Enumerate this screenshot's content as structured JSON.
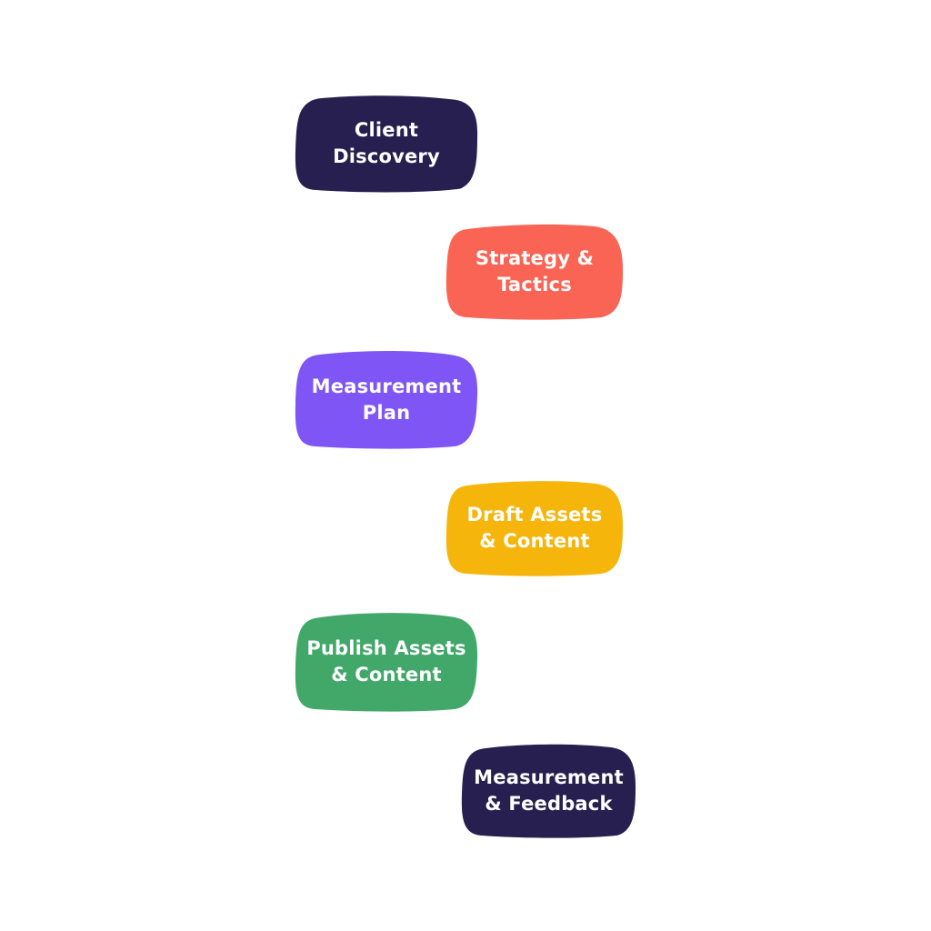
{
  "steps": [
    {
      "lines": [
        "Client",
        "Discovery"
      ],
      "color": "#271f4f"
    },
    {
      "lines": [
        "Strategy &",
        "Tactics"
      ],
      "color": "#fa6455"
    },
    {
      "lines": [
        "Measurement",
        "Plan"
      ],
      "color": "#7f55f5"
    },
    {
      "lines": [
        "Draft Assets",
        "& Content"
      ],
      "color": "#f5b50a"
    },
    {
      "lines": [
        "Publish Assets",
        "& Content"
      ],
      "color": "#41a86a"
    },
    {
      "lines": [
        "Measurement",
        "& Feedback"
      ],
      "color": "#271f4f"
    }
  ]
}
